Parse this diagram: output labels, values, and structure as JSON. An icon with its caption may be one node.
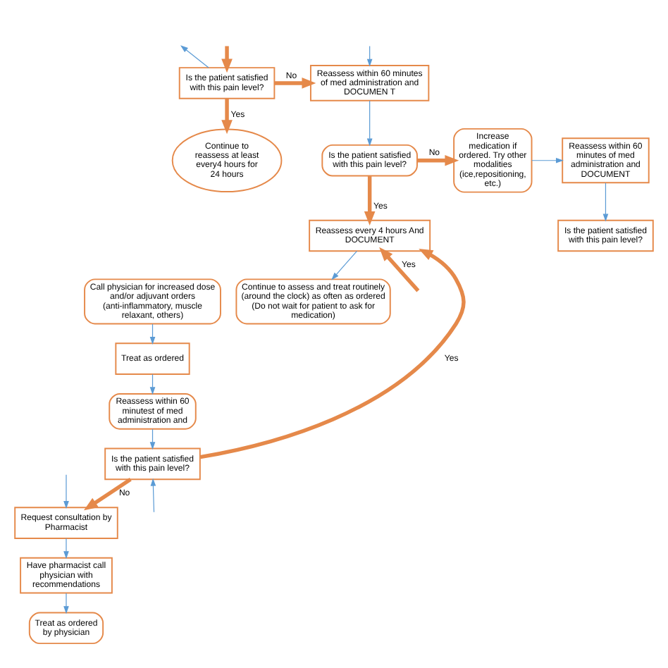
{
  "diagram": {
    "nodes": [
      {
        "text": [
          "Is the patient satisfied with this pain level?"
        ]
      },
      {
        "text": [
          "Continue to reassess at least every4 hours for 24 hours"
        ]
      },
      {
        "text": [
          "Reassess within 60 minutes of med administration and DOCUMEN T"
        ]
      },
      {
        "text": [
          "Is the patient satisfied with this pain level?"
        ]
      },
      {
        "text": [
          "Increase medication if ordered. Try other modalities (ice,repositioning, etc.)"
        ]
      },
      {
        "text": [
          "Reassess within 60 minutes of med administration and DOCUMENT"
        ]
      },
      {
        "text": [
          "Reassess every 4 hours And DOCUMENT"
        ]
      },
      {
        "text": [
          "Continue to assess and treat routinely (around the clock) as often as ordered (Do not wait for patient to ask for medication)"
        ]
      },
      {
        "text": [
          "Is the patient satisfied with this pain level?"
        ]
      },
      {
        "text": [
          "Call physician for increased dose and/or adjuvant orders (anti-inflammatory, muscle relaxant, others)"
        ]
      },
      {
        "text": [
          "Treat as ordered"
        ]
      },
      {
        "text": [
          "Reassess within 60 minutest of med administration and"
        ]
      },
      {
        "text": [
          "Is the patient satisfied with this pain level?"
        ]
      },
      {
        "text": [
          "Request consultation by Pharmacist"
        ]
      },
      {
        "text": [
          "Have pharmacist call physician with recommendations"
        ]
      },
      {
        "text": [
          "Treat as ordered by physician"
        ]
      }
    ],
    "edges": [
      {
        "from": 0,
        "to": null,
        "arrow": "to"
      },
      {
        "from": 0,
        "to": 1,
        "arrow": "to",
        "label": "Yes",
        "style": "thick",
        "color": "#e5894a"
      },
      {
        "from": 0,
        "to": 2,
        "arrow": "to",
        "label": "No",
        "style": "thick",
        "color": "#e5894a"
      },
      {
        "from": null,
        "to": 0,
        "arrow": "to",
        "style": "thick",
        "color": "#e5894a"
      },
      {
        "from": null,
        "to": 2,
        "arrow": "to"
      },
      {
        "from": 2,
        "to": 3,
        "arrow": "to"
      },
      {
        "from": 3,
        "to": 4,
        "arrow": "to",
        "label": "No",
        "style": "thick",
        "color": "#e5894a"
      },
      {
        "from": 3,
        "to": 6,
        "arrow": "to",
        "label": "Yes",
        "style": "thick",
        "color": "#e5894a"
      },
      {
        "from": 4,
        "to": 5,
        "arrow": "to"
      },
      {
        "from": 5,
        "to": 8,
        "arrow": "to"
      },
      {
        "from": 6,
        "to": 7,
        "arrow": "to"
      },
      {
        "from": 12,
        "to": 6,
        "arrow": "to",
        "label": "Yes",
        "style": "thick",
        "color": "#e5894a"
      },
      {
        "from": null,
        "to": 6,
        "arrow": "to",
        "label": "Yes",
        "style": "thick",
        "color": "#e5894a"
      },
      {
        "from": 9,
        "to": 10,
        "arrow": "to"
      },
      {
        "from": 10,
        "to": 11,
        "arrow": "to"
      },
      {
        "from": 11,
        "to": 12,
        "arrow": "to"
      },
      {
        "from": 12,
        "to": 13,
        "arrow": "to",
        "label": "No",
        "style": "thick",
        "color": "#e5894a"
      },
      {
        "from": 13,
        "to": 14,
        "arrow": "to"
      },
      {
        "from": 14,
        "to": 15,
        "arrow": "to"
      },
      {
        "from": null,
        "to": 12,
        "arrow": "to"
      },
      {
        "from": null,
        "to": 13,
        "arrow": "to"
      }
    ]
  }
}
